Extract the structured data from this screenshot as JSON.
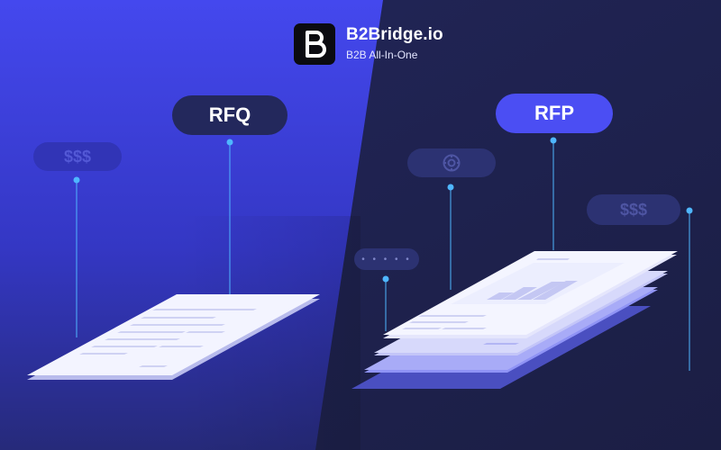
{
  "brand": {
    "name": "B2Bridge.io",
    "tagline": "B2B All-In-One",
    "logo_icon": "b2-logo-icon"
  },
  "labels": {
    "rfq": "RFQ",
    "rfp": "RFP",
    "price_left": "$$$",
    "price_right": "$$$",
    "password_mask": "• • • • •"
  },
  "icons": {
    "settings": "gear-icon"
  },
  "colors": {
    "left_panel": "#3b3fe0",
    "right_panel": "#1f2250",
    "accent": "#4b4ef3",
    "connector": "#4fb6ff"
  }
}
